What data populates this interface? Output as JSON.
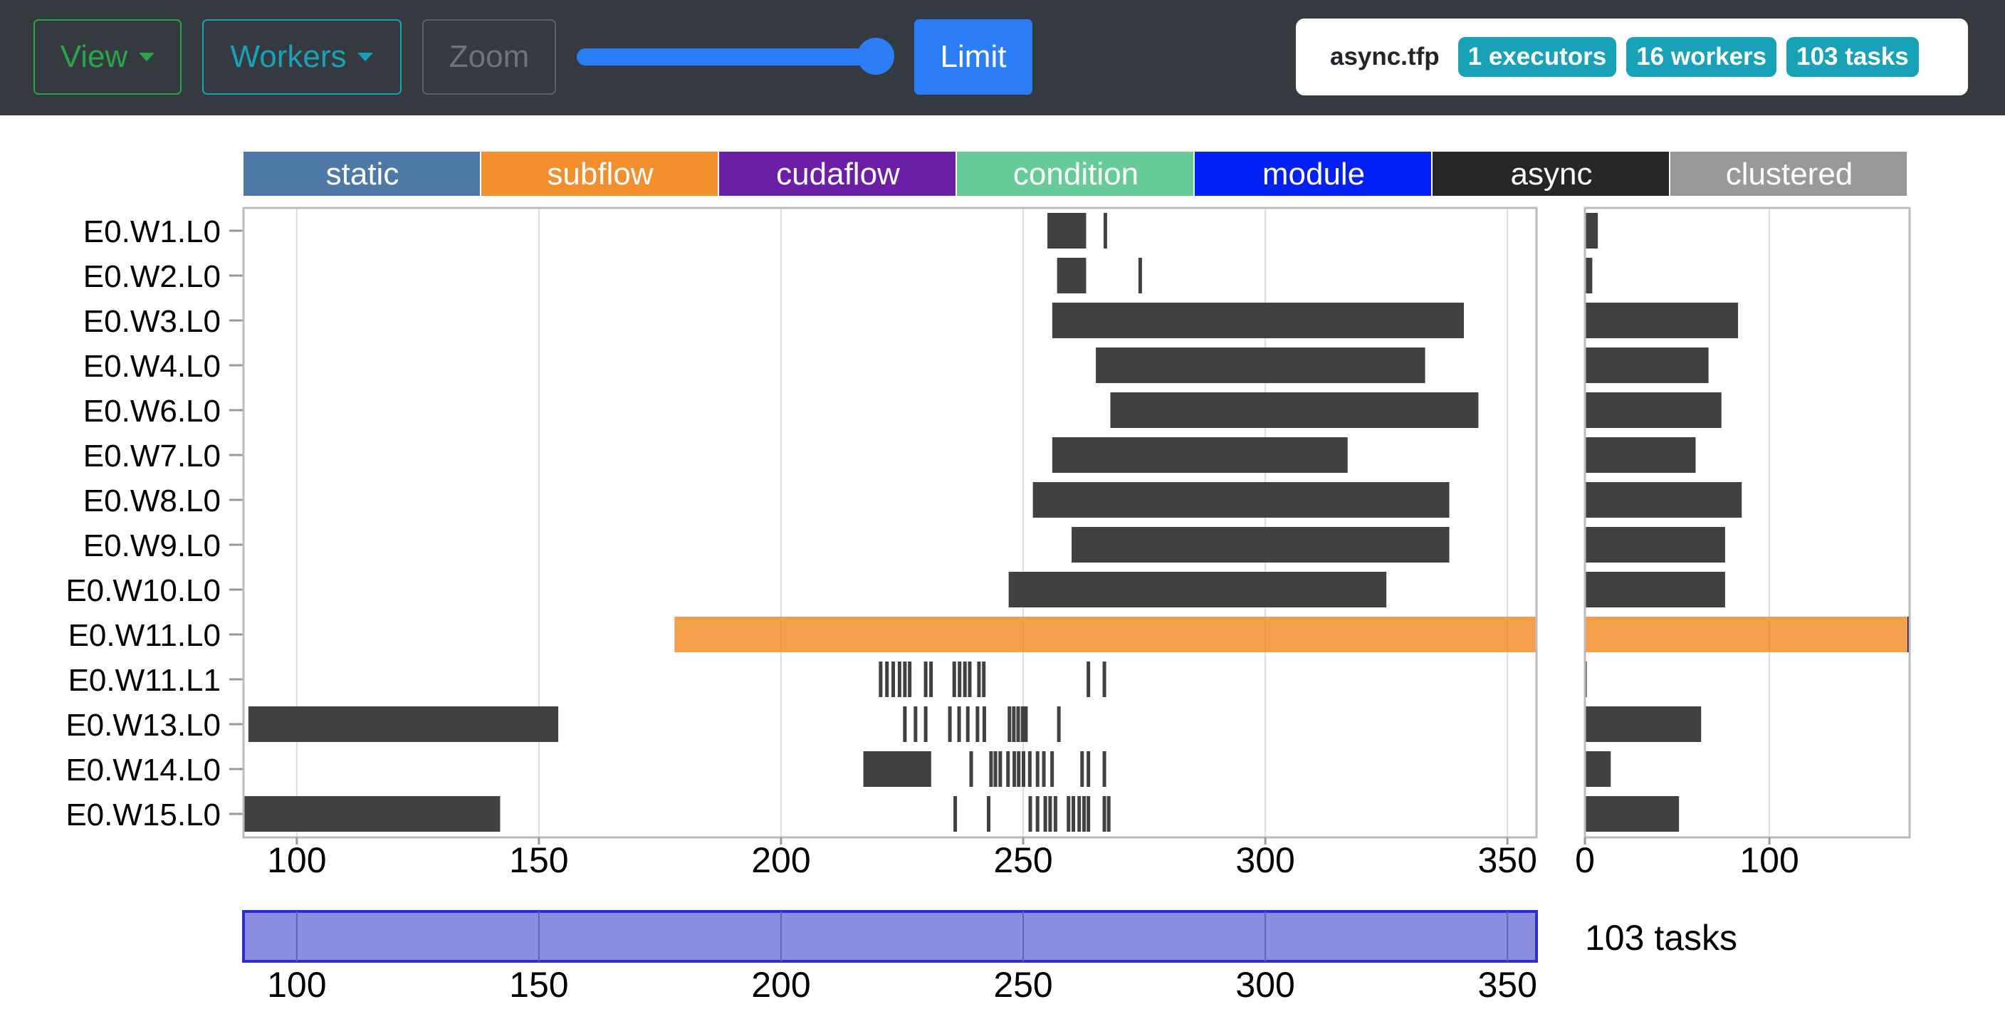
{
  "toolbar": {
    "view_label": "View",
    "workers_label": "Workers",
    "zoom_label": "Zoom",
    "limit_label": "Limit",
    "slider_level": 1.0
  },
  "info": {
    "file": "async.tfp",
    "executors": "1 executors",
    "workers": "16 workers",
    "tasks": "103 tasks"
  },
  "legend": [
    {
      "label": "static",
      "color": "#4e79a7"
    },
    {
      "label": "subflow",
      "color": "#f28e2c"
    },
    {
      "label": "cudaflow",
      "color": "#6a1fa6"
    },
    {
      "label": "condition",
      "color": "#67cb98"
    },
    {
      "label": "module",
      "color": "#0020f5"
    },
    {
      "label": "async",
      "color": "#262626"
    },
    {
      "label": "clustered",
      "color": "#999999"
    }
  ],
  "workers": [
    "E0.W1.L0",
    "E0.W2.L0",
    "E0.W3.L0",
    "E0.W4.L0",
    "E0.W6.L0",
    "E0.W7.L0",
    "E0.W8.L0",
    "E0.W9.L0",
    "E0.W10.L0",
    "E0.W11.L0",
    "E0.W11.L1",
    "E0.W13.L0",
    "E0.W14.L0",
    "E0.W15.L0"
  ],
  "chart_data": [
    {
      "type": "timeline",
      "x_range": [
        89,
        356
      ],
      "x_ticks": [
        100,
        150,
        200,
        250,
        300,
        350
      ],
      "segments": [
        {
          "row": 0,
          "start": 255,
          "end": 263,
          "kind": "async"
        },
        {
          "row": 0,
          "start": 266.6,
          "end": 266.9,
          "kind": "async"
        },
        {
          "row": 1,
          "start": 257,
          "end": 263,
          "kind": "async"
        },
        {
          "row": 1,
          "start": 273.8,
          "end": 274.3,
          "kind": "async"
        },
        {
          "row": 2,
          "start": 256,
          "end": 341,
          "kind": "async"
        },
        {
          "row": 3,
          "start": 265,
          "end": 333,
          "kind": "async"
        },
        {
          "row": 4,
          "start": 268,
          "end": 344,
          "kind": "async"
        },
        {
          "row": 5,
          "start": 256,
          "end": 317,
          "kind": "async"
        },
        {
          "row": 6,
          "start": 252,
          "end": 338,
          "kind": "async"
        },
        {
          "row": 7,
          "start": 260,
          "end": 338,
          "kind": "async"
        },
        {
          "row": 8,
          "start": 247,
          "end": 325,
          "kind": "async"
        },
        {
          "row": 9,
          "start": 178,
          "end": 356,
          "kind": "subflow"
        },
        {
          "row": 10,
          "start": 220.2,
          "end": 220.6,
          "kind": "async"
        },
        {
          "row": 10,
          "start": 221.5,
          "end": 221.9,
          "kind": "async"
        },
        {
          "row": 10,
          "start": 222.8,
          "end": 223.2,
          "kind": "async"
        },
        {
          "row": 10,
          "start": 224.1,
          "end": 224.5,
          "kind": "async"
        },
        {
          "row": 10,
          "start": 225.2,
          "end": 225.6,
          "kind": "async"
        },
        {
          "row": 10,
          "start": 226.2,
          "end": 226.6,
          "kind": "async"
        },
        {
          "row": 10,
          "start": 229.5,
          "end": 230.1,
          "kind": "async"
        },
        {
          "row": 10,
          "start": 230.6,
          "end": 231.1,
          "kind": "async"
        },
        {
          "row": 10,
          "start": 235.4,
          "end": 235.8,
          "kind": "async"
        },
        {
          "row": 10,
          "start": 236.5,
          "end": 236.9,
          "kind": "async"
        },
        {
          "row": 10,
          "start": 237.6,
          "end": 238.0,
          "kind": "async"
        },
        {
          "row": 10,
          "start": 238.6,
          "end": 239.0,
          "kind": "async"
        },
        {
          "row": 10,
          "start": 240.5,
          "end": 240.9,
          "kind": "async"
        },
        {
          "row": 10,
          "start": 241.5,
          "end": 241.9,
          "kind": "async"
        },
        {
          "row": 10,
          "start": 263.1,
          "end": 263.7,
          "kind": "async"
        },
        {
          "row": 10,
          "start": 266.4,
          "end": 266.8,
          "kind": "async"
        },
        {
          "row": 11,
          "start": 90,
          "end": 154,
          "kind": "async"
        },
        {
          "row": 11,
          "start": 225.2,
          "end": 225.6,
          "kind": "async"
        },
        {
          "row": 11,
          "start": 227.4,
          "end": 227.8,
          "kind": "async"
        },
        {
          "row": 11,
          "start": 229.5,
          "end": 229.9,
          "kind": "async"
        },
        {
          "row": 11,
          "start": 234.5,
          "end": 234.9,
          "kind": "async"
        },
        {
          "row": 11,
          "start": 236.4,
          "end": 236.8,
          "kind": "async"
        },
        {
          "row": 11,
          "start": 238.2,
          "end": 238.6,
          "kind": "async"
        },
        {
          "row": 11,
          "start": 240.2,
          "end": 240.6,
          "kind": "async"
        },
        {
          "row": 11,
          "start": 241.6,
          "end": 242.0,
          "kind": "async"
        },
        {
          "row": 11,
          "start": 246.8,
          "end": 247.2,
          "kind": "async"
        },
        {
          "row": 11,
          "start": 247.7,
          "end": 248.1,
          "kind": "async"
        },
        {
          "row": 11,
          "start": 248.6,
          "end": 249.0,
          "kind": "async"
        },
        {
          "row": 11,
          "start": 249.5,
          "end": 249.9,
          "kind": "async"
        },
        {
          "row": 11,
          "start": 250.2,
          "end": 250.6,
          "kind": "async"
        },
        {
          "row": 11,
          "start": 257.0,
          "end": 257.4,
          "kind": "async"
        },
        {
          "row": 12,
          "start": 217,
          "end": 231,
          "kind": "async"
        },
        {
          "row": 12,
          "start": 238.9,
          "end": 239.3,
          "kind": "async"
        },
        {
          "row": 12,
          "start": 243.0,
          "end": 243.4,
          "kind": "async"
        },
        {
          "row": 12,
          "start": 243.9,
          "end": 244.3,
          "kind": "async"
        },
        {
          "row": 12,
          "start": 244.9,
          "end": 245.3,
          "kind": "async"
        },
        {
          "row": 12,
          "start": 246.5,
          "end": 246.9,
          "kind": "async"
        },
        {
          "row": 12,
          "start": 247.8,
          "end": 248.2,
          "kind": "async"
        },
        {
          "row": 12,
          "start": 248.7,
          "end": 249.1,
          "kind": "async"
        },
        {
          "row": 12,
          "start": 249.7,
          "end": 250.1,
          "kind": "async"
        },
        {
          "row": 12,
          "start": 251.0,
          "end": 251.4,
          "kind": "async"
        },
        {
          "row": 12,
          "start": 252.6,
          "end": 253.0,
          "kind": "async"
        },
        {
          "row": 12,
          "start": 253.9,
          "end": 254.3,
          "kind": "async"
        },
        {
          "row": 12,
          "start": 255.6,
          "end": 256.0,
          "kind": "async"
        },
        {
          "row": 12,
          "start": 261.8,
          "end": 262.2,
          "kind": "async"
        },
        {
          "row": 12,
          "start": 263.1,
          "end": 263.5,
          "kind": "async"
        },
        {
          "row": 12,
          "start": 266.4,
          "end": 266.8,
          "kind": "async"
        },
        {
          "row": 13,
          "start": 89,
          "end": 142,
          "kind": "async"
        },
        {
          "row": 13,
          "start": 235.6,
          "end": 236.2,
          "kind": "async"
        },
        {
          "row": 13,
          "start": 242.5,
          "end": 242.9,
          "kind": "async"
        },
        {
          "row": 13,
          "start": 251.1,
          "end": 251.5,
          "kind": "async"
        },
        {
          "row": 13,
          "start": 252.6,
          "end": 253.0,
          "kind": "async"
        },
        {
          "row": 13,
          "start": 254.2,
          "end": 254.6,
          "kind": "async"
        },
        {
          "row": 13,
          "start": 255.2,
          "end": 255.6,
          "kind": "async"
        },
        {
          "row": 13,
          "start": 256.3,
          "end": 256.7,
          "kind": "async"
        },
        {
          "row": 13,
          "start": 259.0,
          "end": 259.4,
          "kind": "async"
        },
        {
          "row": 13,
          "start": 260.0,
          "end": 260.4,
          "kind": "async"
        },
        {
          "row": 13,
          "start": 261.2,
          "end": 261.6,
          "kind": "async"
        },
        {
          "row": 13,
          "start": 262.2,
          "end": 262.6,
          "kind": "async"
        },
        {
          "row": 13,
          "start": 263.1,
          "end": 263.5,
          "kind": "async"
        },
        {
          "row": 13,
          "start": 266.4,
          "end": 266.8,
          "kind": "async"
        },
        {
          "row": 13,
          "start": 267.3,
          "end": 267.7,
          "kind": "async"
        }
      ]
    },
    {
      "type": "bar",
      "orientation": "horizontal",
      "x_range": [
        0,
        176
      ],
      "x_ticks": [
        0,
        100
      ],
      "categories": [
        "E0.W1.L0",
        "E0.W2.L0",
        "E0.W3.L0",
        "E0.W4.L0",
        "E0.W6.L0",
        "E0.W7.L0",
        "E0.W8.L0",
        "E0.W9.L0",
        "E0.W10.L0",
        "E0.W11.L0",
        "E0.W11.L1",
        "E0.W13.L0",
        "E0.W14.L0",
        "E0.W15.L0"
      ],
      "values": [
        7,
        4,
        83,
        67,
        74,
        60,
        85,
        76,
        76,
        176,
        1,
        63,
        14,
        51
      ],
      "kinds": [
        "async",
        "async",
        "async",
        "async",
        "async",
        "async",
        "async",
        "async",
        "async",
        "subflow",
        "async",
        "async",
        "async",
        "async"
      ]
    },
    {
      "type": "brush",
      "x_range": [
        89,
        356
      ],
      "x_ticks": [
        100,
        150,
        200,
        250,
        300,
        350
      ],
      "selection": [
        89,
        356
      ]
    }
  ],
  "overview": {
    "tasks_label": "103 tasks"
  }
}
